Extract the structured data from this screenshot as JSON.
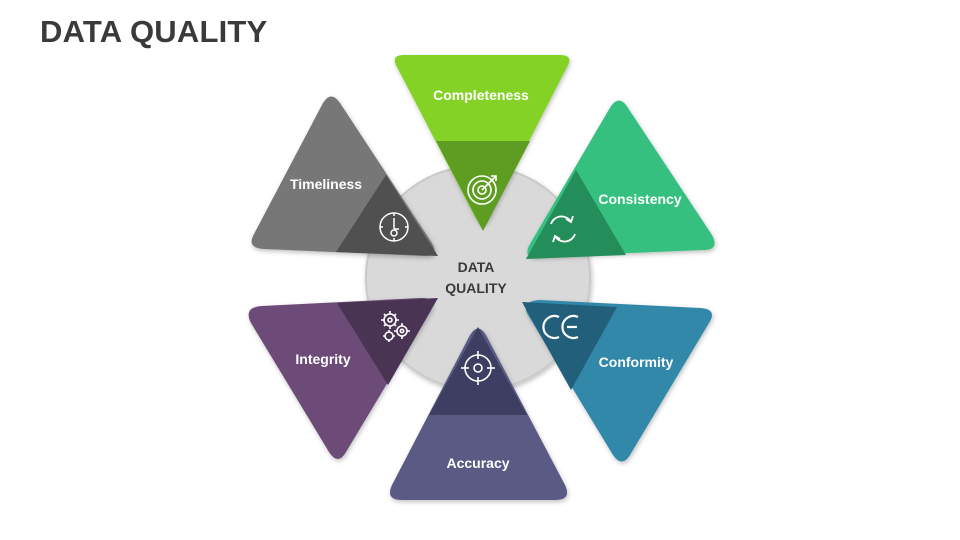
{
  "title": "DATA QUALITY",
  "center": {
    "line1": "DATA",
    "line2": "QUALITY"
  },
  "segments": [
    {
      "label": "Completeness",
      "icon": "target-icon",
      "color": "#84d228",
      "inner": "#5f9d22"
    },
    {
      "label": "Consistency",
      "icon": "refresh-icon",
      "color": "#35c080",
      "inner": "#248e5b"
    },
    {
      "label": "Conformity",
      "icon": "ce-mark-icon",
      "color": "#3388a8",
      "inner": "#225f7a"
    },
    {
      "label": "Accuracy",
      "icon": "crosshair-icon",
      "color": "#5a5a85",
      "inner": "#3d3e61"
    },
    {
      "label": "Integrity",
      "icon": "gears-icon",
      "color": "#6d4c78",
      "inner": "#4a3453"
    },
    {
      "label": "Timeliness",
      "icon": "stopwatch-icon",
      "color": "#777777",
      "inner": "#505050"
    }
  ]
}
